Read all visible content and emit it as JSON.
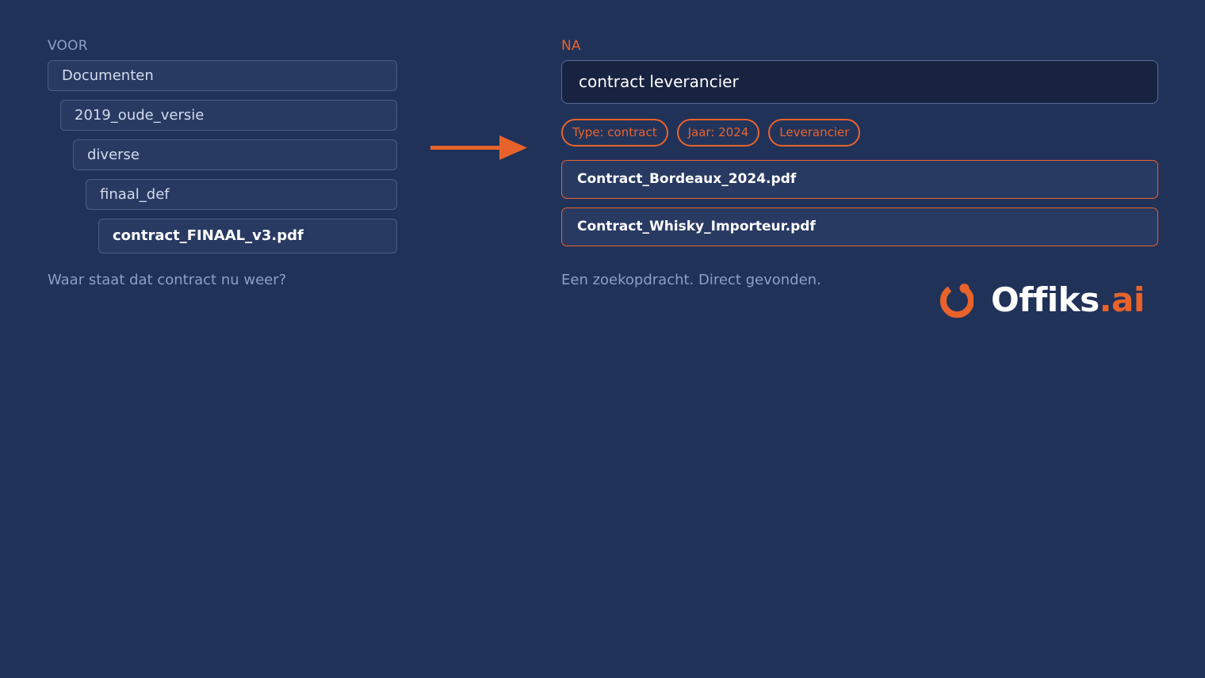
{
  "before": {
    "label": "VOOR",
    "folders": [
      {
        "name": "Documenten"
      },
      {
        "name": "2019_oude_versie"
      },
      {
        "name": "diverse"
      },
      {
        "name": "finaal_def"
      },
      {
        "name": "contract_FINAAL_v3.pdf"
      }
    ],
    "caption": "Waar staat dat contract nu weer?"
  },
  "after": {
    "label": "NA",
    "search_value": "contract leverancier",
    "filters": [
      {
        "label": "Type: contract"
      },
      {
        "label": "Jaar: 2024"
      },
      {
        "label": "Leverancier"
      }
    ],
    "results": [
      {
        "name": "Contract_Bordeaux_2024.pdf"
      },
      {
        "name": "Contract_Whisky_Importeur.pdf"
      }
    ],
    "caption": "Een zoekopdracht. Direct gevonden."
  },
  "logo": {
    "text_main": "Offiks",
    "text_accent": ".ai",
    "icon": "power-ring-icon"
  },
  "colors": {
    "background": "#213259",
    "accent": "#e8632b",
    "muted_text": "#8c9fc7"
  }
}
